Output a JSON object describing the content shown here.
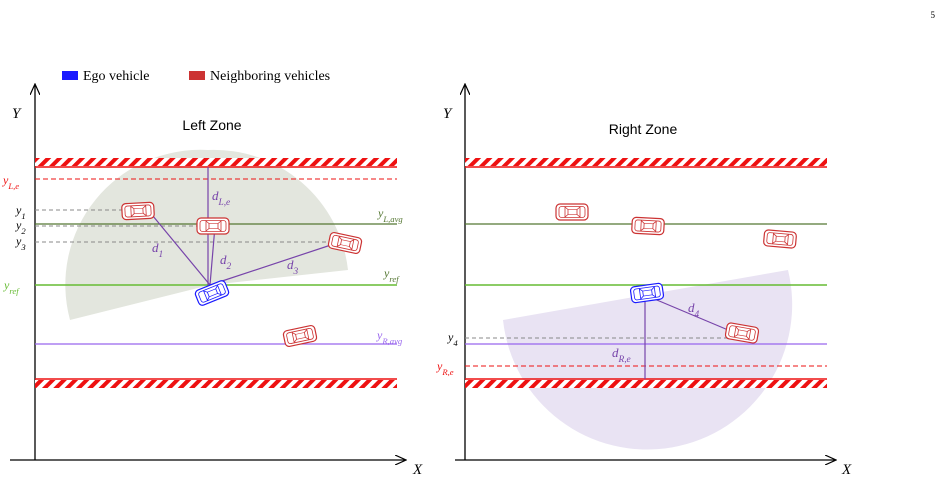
{
  "page_number": "5",
  "legend": {
    "ego_label": "Ego vehicle",
    "neighbor_label": "Neighboring vehicles"
  },
  "colors": {
    "ego": "#1a1aff",
    "neighbor": "#cc3333",
    "boundary": "#ee1111",
    "reference": "#66bb33",
    "left_avg": "#557733",
    "right_avg": "#9966ee",
    "distance": "#7744aa",
    "dash_gray": "#888888",
    "left_zone_fill": "#e3e6de",
    "right_zone_fill": "#e9e3f3"
  },
  "left_panel": {
    "title": "Left Zone",
    "axis_y": "Y",
    "axis_x": "X",
    "labels": {
      "y_le": "y_{L,e}",
      "y1": "y_1",
      "y2": "y_2",
      "y3": "y_3",
      "y_ref_left": "y_{ref}",
      "y_ref_right": "y_{ref}",
      "y_lavg": "y_{L,avg}",
      "y_ravg": "y_{R,avg}",
      "d1": "d_1",
      "d2": "d_2",
      "d3": "d_3",
      "d_le": "d_{L,e}"
    }
  },
  "right_panel": {
    "title": "Right Zone",
    "axis_y": "Y",
    "axis_x": "X",
    "labels": {
      "y4": "y_4",
      "y_re": "y_{R,e}",
      "d4": "d_4",
      "d_re": "d_{R,e}"
    }
  }
}
